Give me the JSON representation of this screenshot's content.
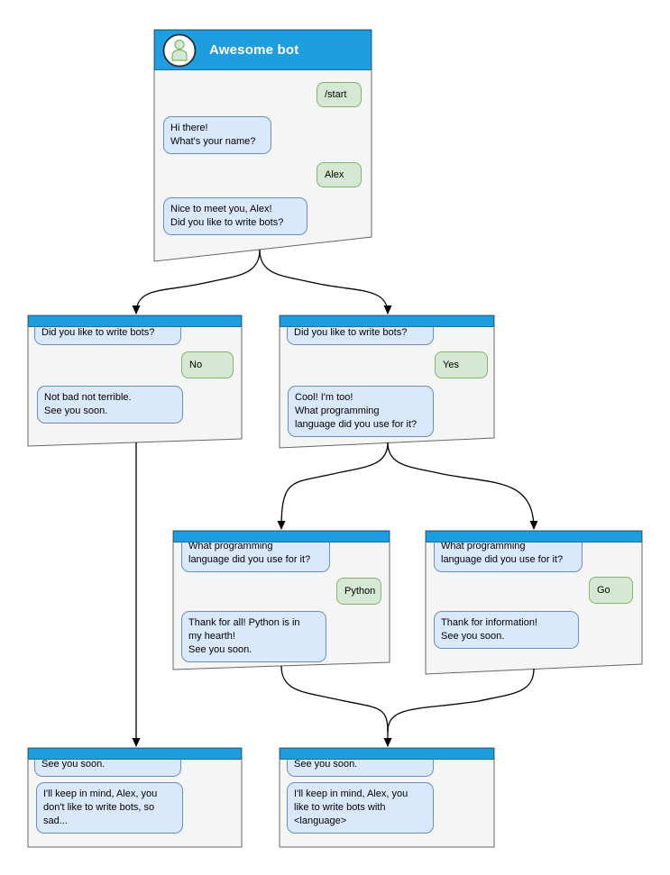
{
  "colors": {
    "header_blue": "#1e9de0",
    "header_border": "#10729f",
    "window_bg": "#f5f5f5",
    "window_border": "#666666",
    "bubble_blue_bg": "#dae8fc",
    "bubble_blue_border": "#6c8ebf",
    "bubble_green_bg": "#d5e8d4",
    "bubble_green_border": "#82b366",
    "connector": "#000000"
  },
  "windows": {
    "root": {
      "title": "Awesome bot",
      "avatar_icon": "person-icon",
      "messages": {
        "start": "/start",
        "greeting": "Hi there!\nWhat's your name?",
        "name": "Alex",
        "nice_to_meet": "Nice to meet you, Alex!\nDid you like to write bots?"
      }
    },
    "no_branch": {
      "question": "Did you like to write bots?",
      "answer": "No",
      "reply": "Not bad not terrible.\nSee you soon."
    },
    "yes_branch": {
      "question": "Did you like to write bots?",
      "answer": "Yes",
      "reply": "Cool! I'm too!\nWhat programming\nlanguage did you use for it?"
    },
    "python_branch": {
      "question": "What programming\nlanguage did you use for it?",
      "answer": "Python",
      "reply": "Thank for all! Python is in\nmy hearth!\nSee you soon."
    },
    "go_branch": {
      "question": "What programming\nlanguage did you use for it?",
      "answer": "Go",
      "reply": "Thank for information!\nSee you soon."
    },
    "end_no": {
      "question": "See you soon.",
      "reply": "I'll keep in mind, Alex, you\ndon't like to write bots, so\nsad..."
    },
    "end_yes": {
      "question": "See you soon.",
      "reply": "I'll keep in mind, Alex, you\nlike to write bots with\n<language>"
    }
  }
}
